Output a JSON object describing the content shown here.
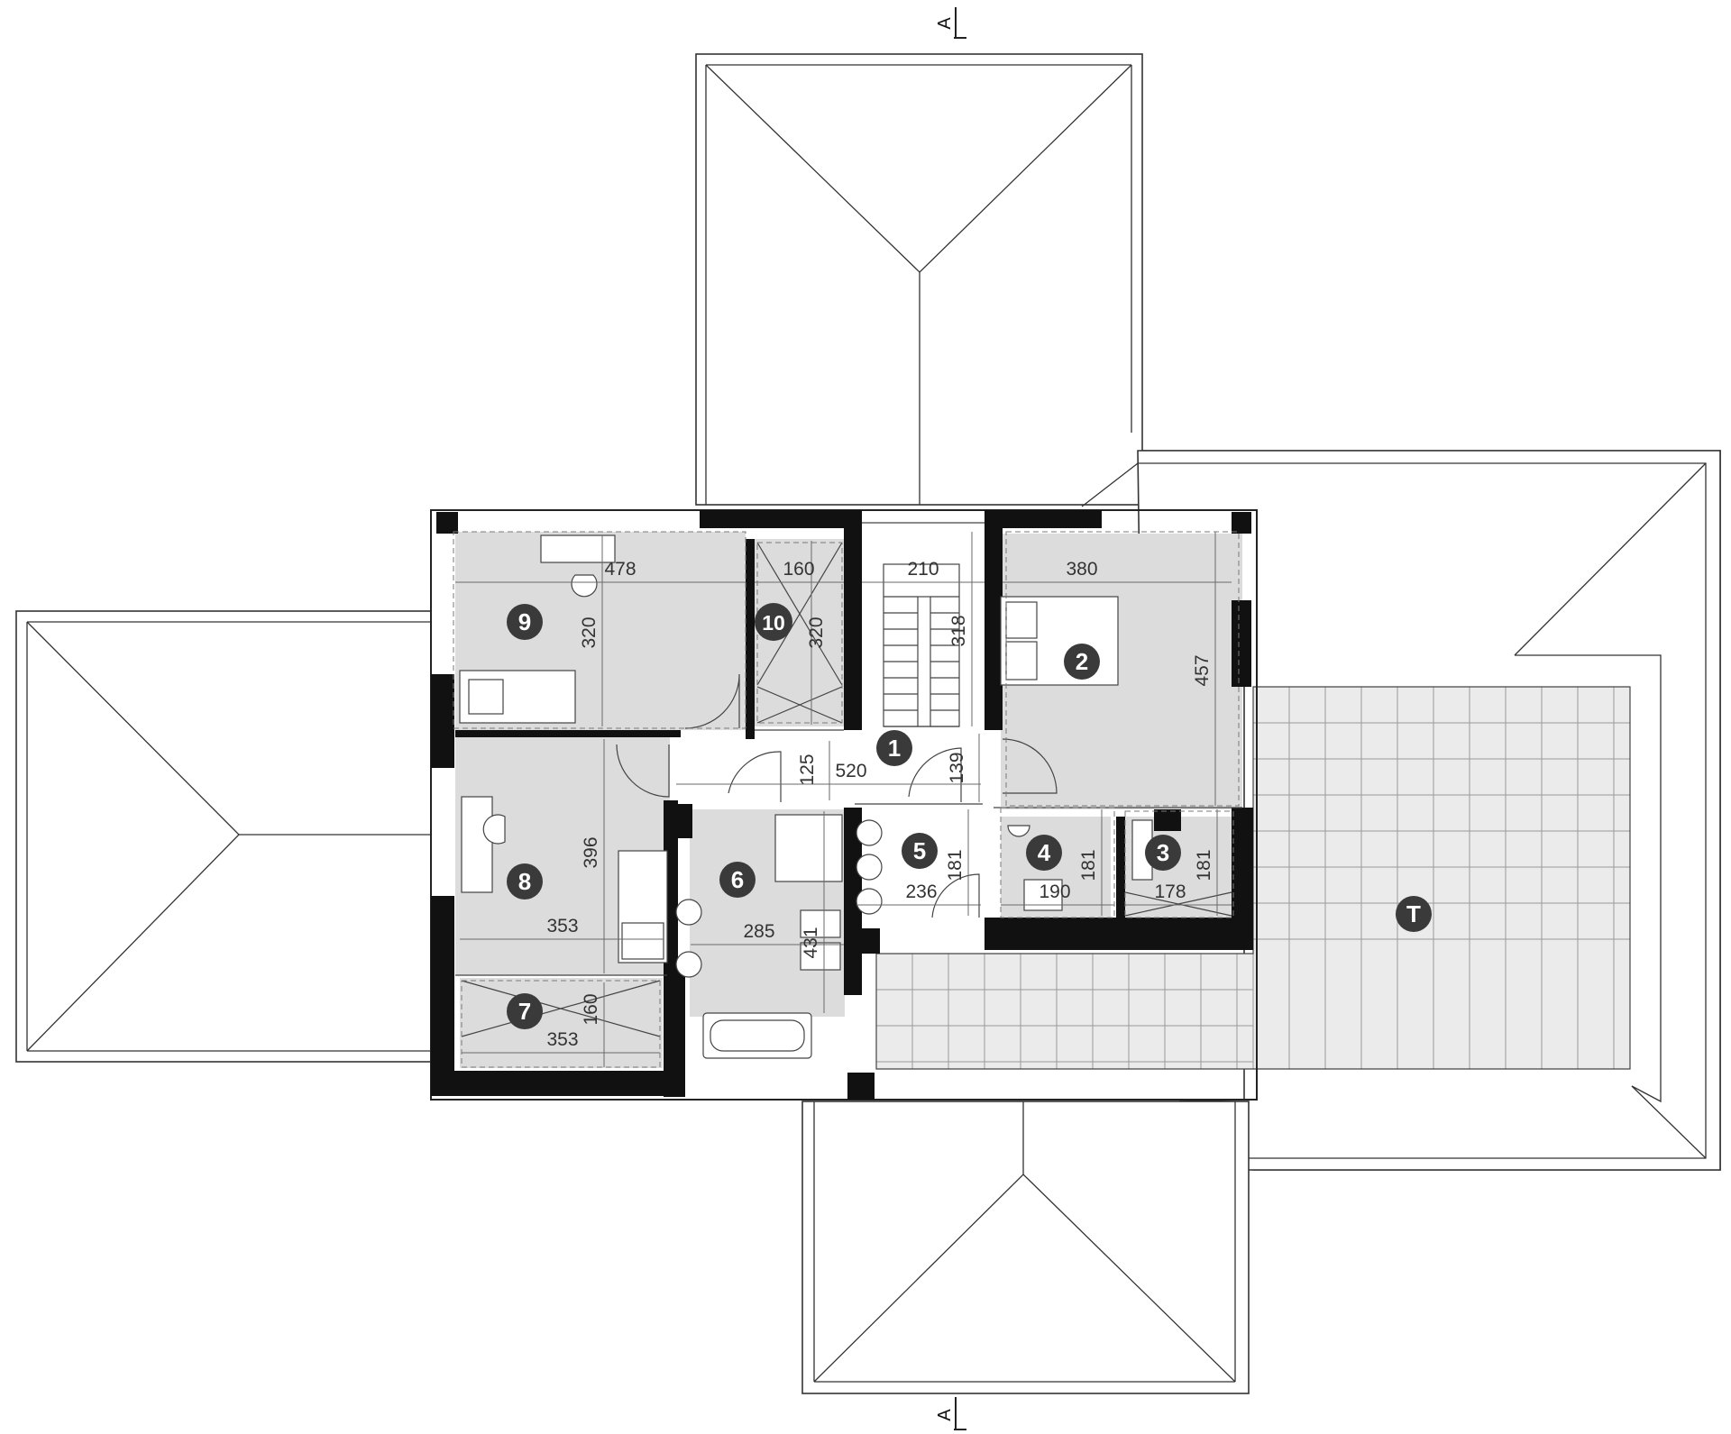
{
  "section_marks": {
    "top": "A",
    "bottom": "A"
  },
  "rooms": [
    {
      "id": "room-1",
      "label": "1"
    },
    {
      "id": "room-2",
      "label": "2"
    },
    {
      "id": "room-3",
      "label": "3"
    },
    {
      "id": "room-4",
      "label": "4"
    },
    {
      "id": "room-5",
      "label": "5"
    },
    {
      "id": "room-6",
      "label": "6"
    },
    {
      "id": "room-7",
      "label": "7"
    },
    {
      "id": "room-8",
      "label": "8"
    },
    {
      "id": "room-9",
      "label": "9"
    },
    {
      "id": "room-10",
      "label": "10"
    },
    {
      "id": "terrace",
      "label": "T"
    }
  ],
  "dimensions": {
    "r9_width": "478",
    "r9_height": "320",
    "r10_width": "160",
    "r10_height": "320",
    "stair_width": "210",
    "stair_height": "318",
    "r2_width": "380",
    "r2_height": "457",
    "hall_height": "125",
    "hall_width": "520",
    "hall_height2": "139",
    "r8_height": "396",
    "r8_width": "353",
    "r6_width": "285",
    "r6_height": "431",
    "r5_height": "181",
    "r5_width": "236",
    "r4_height": "181",
    "r4_width": "190",
    "r3_height": "181",
    "r3_width": "178",
    "r7_height": "160",
    "r7_width": "353"
  }
}
